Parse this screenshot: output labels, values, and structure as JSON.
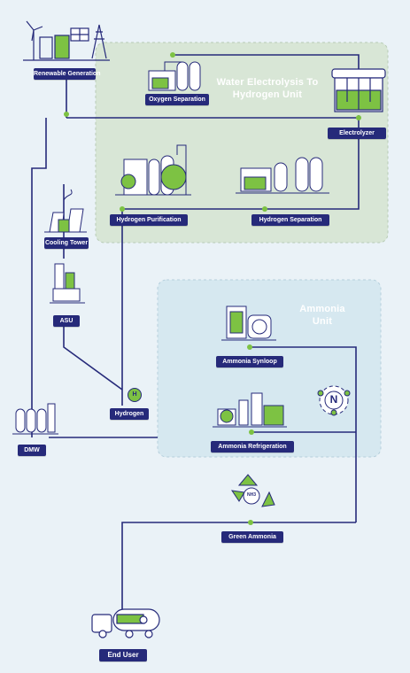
{
  "zones": {
    "electrolysis": "Water Electrolysis To Hydrogen Unit",
    "ammonia": "Ammonia Unit"
  },
  "nodes": {
    "renewable": "Renewable Generation",
    "oxygen_separation": "Oxygen Separation",
    "electrolyzer": "Electrolyzer",
    "hydrogen_purification": "Hydrogen Purification",
    "hydrogen_separation": "Hydrogen Separation",
    "cooling_tower": "Cooling Tower",
    "asu": "ASU",
    "hydrogen": "Hydrogen",
    "ammonia_synloop": "Ammonia Synloop",
    "ammonia_refrigeration": "Ammonia Refrigeration",
    "dmw": "DMW",
    "green_ammonia": "Green Ammonia",
    "end_user": "End User"
  },
  "icon_text": {
    "h2": "H",
    "n": "N",
    "nh3": "NH3"
  },
  "colors": {
    "navy": "#262a7a",
    "green": "#7dc243",
    "electrolysis_zone": "#d8e6d6",
    "ammonia_zone": "#d6e8f0",
    "background": "#eaf2f7"
  }
}
